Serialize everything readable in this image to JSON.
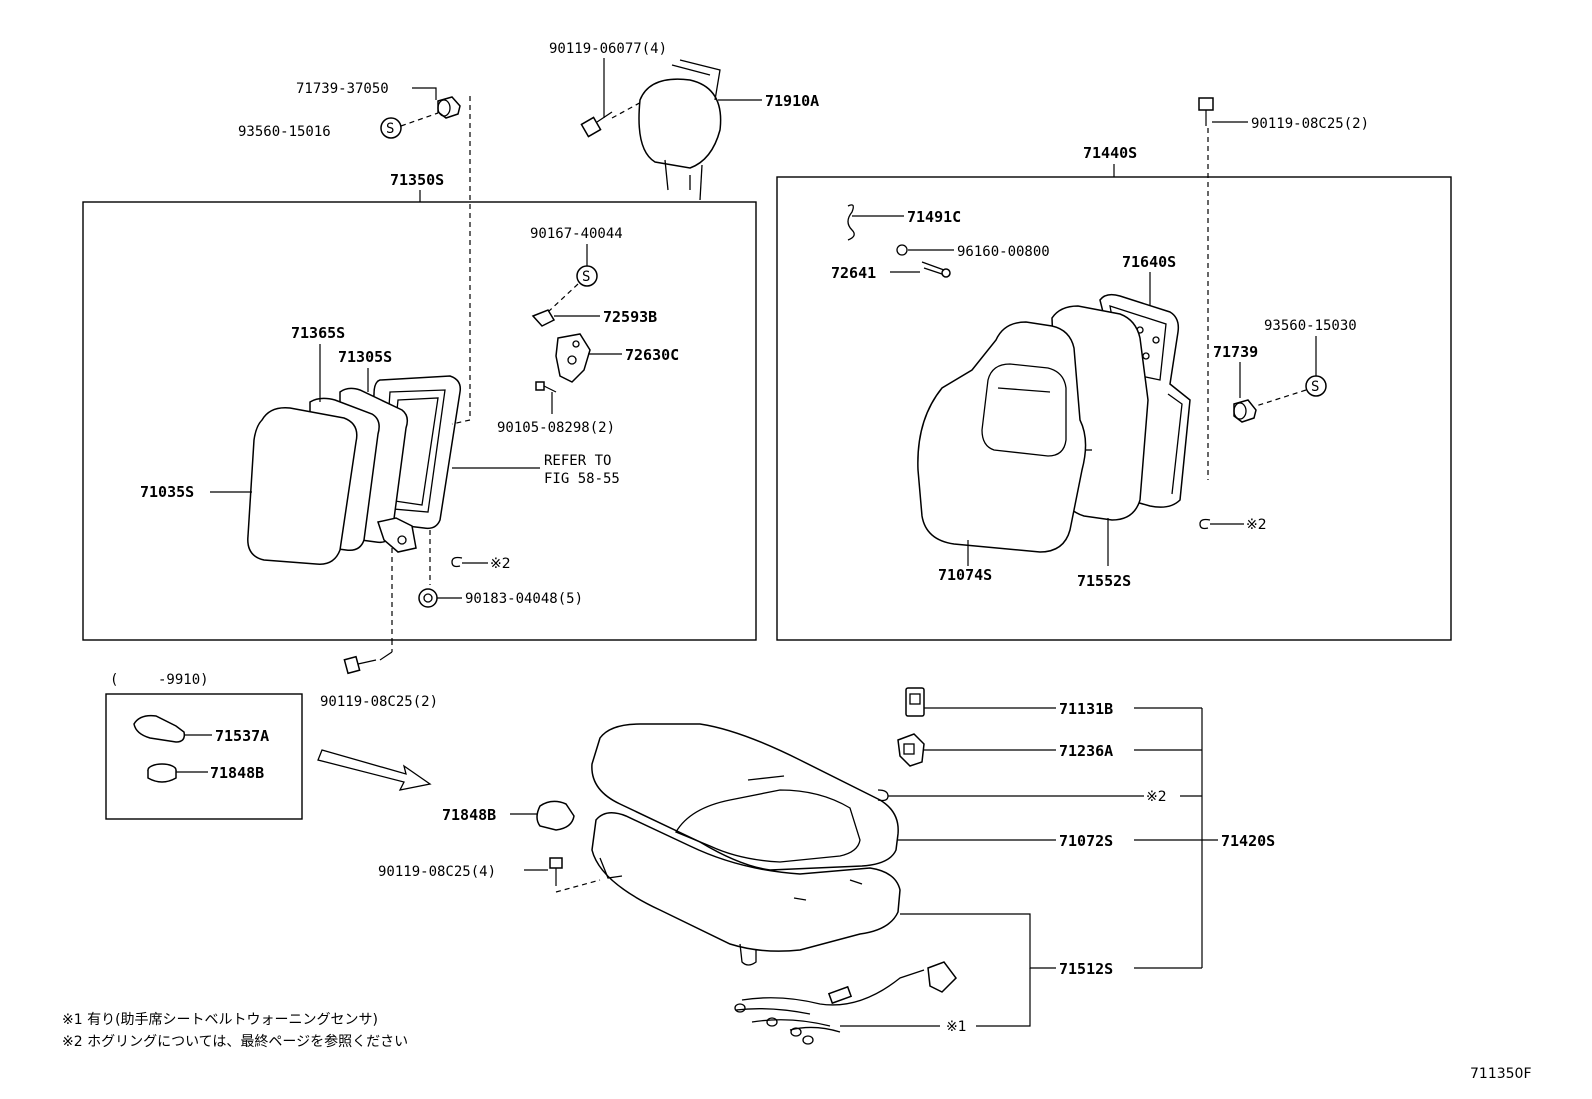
{
  "labels": {
    "p71739_37050": "71739-37050",
    "p93560_15016": "93560-15016",
    "p90119_06077": "90119-06077(4)",
    "p71910A": "71910A",
    "p71350S": "71350S",
    "p90167_40044": "90167-40044",
    "p72593B": "72593B",
    "p72630C": "72630C",
    "p90105_08298": "90105-08298(2)",
    "p71365S": "71365S",
    "p71305S": "71305S",
    "refer_to": "REFER TO",
    "fig_58_55": "FIG 58-55",
    "p71035S": "71035S",
    "note2_a": "※2",
    "p90183_04048": "90183-04048(5)",
    "p90119_08C25_2_top": "90119-08C25(2)",
    "p71440S": "71440S",
    "p71491C": "71491C",
    "p96160_00800": "96160-00800",
    "p72641": "72641",
    "p71640S": "71640S",
    "p93560_15030": "93560-15030",
    "p71739": "71739",
    "note2_b": "※2",
    "p71074S": "71074S",
    "p71552S": "71552S",
    "p90119_08C25_2_bottom": "90119-08C25(2)",
    "range_open": "(",
    "range_end": "-9910)",
    "p71537A": "71537A",
    "p71848B_box": "71848B",
    "p71848B": "71848B",
    "p90119_08C25_4": "90119-08C25(4)",
    "p71131B": "71131B",
    "p71236A": "71236A",
    "note2_c": "※2",
    "p71072S": "71072S",
    "p71420S": "71420S",
    "p71512S": "71512S",
    "note1_mark": "※1",
    "footnote1": "※1  有り(助手席シートベルトウォーニングセンサ)",
    "footnote2": "※2  ホグリングについては、最終ページを参照ください",
    "figure_id": "711350F"
  },
  "symbols": {
    "circled_s": "S"
  }
}
